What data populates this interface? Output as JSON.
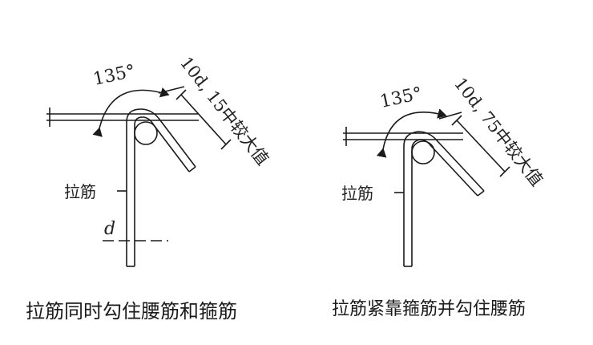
{
  "diagrams": [
    {
      "angle_label": "135°",
      "length_label": "10d, 15中较大值",
      "bar_label": "拉筋",
      "diameter_label": "d",
      "caption": "拉筋同时勾住腰筋和箍筋"
    },
    {
      "angle_label": "135°",
      "length_label": "10d, 75中较大值",
      "bar_label": "拉筋",
      "caption": "拉筋紧靠箍筋并勾住腰筋"
    }
  ],
  "colors": {
    "line": "#1a1a1a",
    "text": "#222222",
    "background": "#ffffff"
  }
}
